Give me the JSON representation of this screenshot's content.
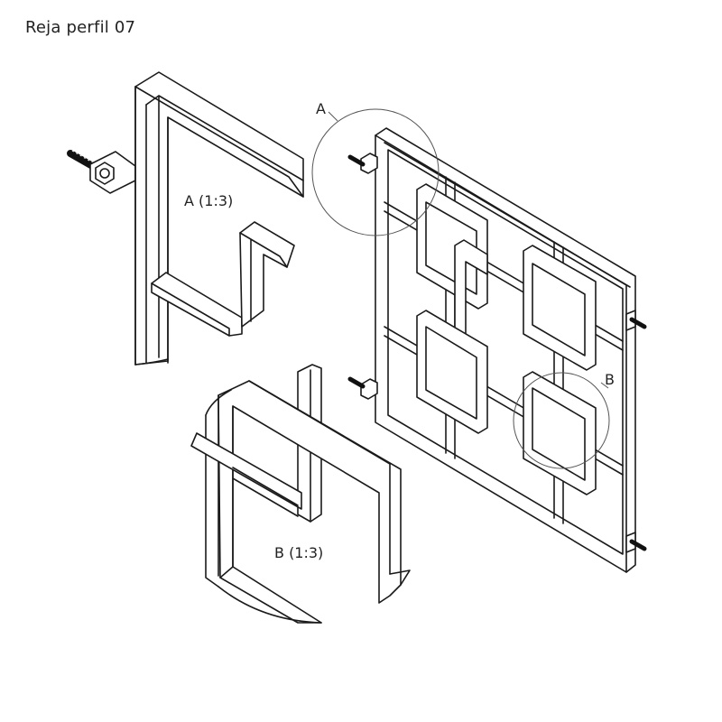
{
  "title": "Reja perfil 07",
  "callouts": {
    "a": "A",
    "b": "B"
  },
  "details": {
    "a": "A (1:3)",
    "b": "B (1:3)"
  },
  "colors": {
    "line": "#1a1a1a",
    "background": "#ffffff",
    "bolt": "#111111"
  }
}
